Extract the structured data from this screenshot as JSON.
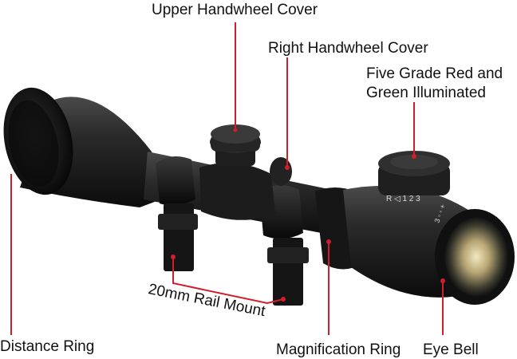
{
  "labels": {
    "upper_handwheel_cover": "Upper Handwheel Cover",
    "right_handwheel_cover": "Right Handwheel Cover",
    "illuminated_line1": "Five Grade Red and",
    "illuminated_line2": "Green Illuminated",
    "rail_mount": "20mm Rail Mount",
    "distance_ring": "Distance Ring",
    "magnification_ring": "Magnification Ring",
    "eye_bell": "Eye Bell"
  },
  "turret_marks": {
    "top_dial": "R ◁ 1 2 3",
    "side_dial": "3 ◦ ◦ +"
  },
  "colors": {
    "leader_line": "#d21e2b",
    "scope_body": "#1a1a1a",
    "background": "#ffffff"
  }
}
